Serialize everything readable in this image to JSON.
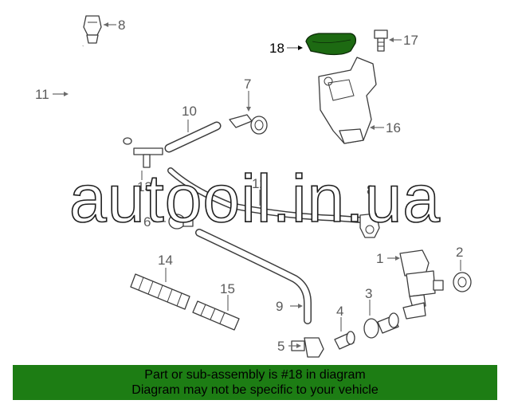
{
  "callouts": {
    "c1": "1",
    "c2": "2",
    "c3": "3",
    "c4": "4",
    "c5": "5",
    "c6": "6",
    "c7": "7",
    "c8": "8",
    "c8b": "8",
    "c9": "9",
    "c10": "10",
    "c11": "11",
    "c12": "12",
    "c13": "13",
    "c14": "14",
    "c15": "15",
    "c16": "16",
    "c17": "17",
    "c18": "18"
  },
  "highlighted_part": "18",
  "highlight_color": "#1d6a12",
  "banner_color": "#1d7d14",
  "watermark": "autooil.in.ua",
  "banner": {
    "line1": "Part or sub-assembly is #18 in diagram",
    "line2": "Diagram may not be specific to your vehicle"
  }
}
